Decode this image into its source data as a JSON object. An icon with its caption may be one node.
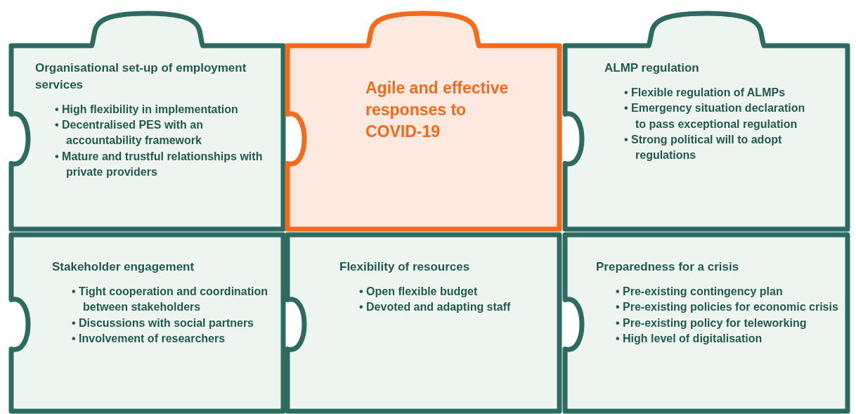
{
  "diagram": {
    "nodes": [
      {
        "text": [
          "Organisational set-up of employment services",
          "• High flexibility in implementation",
          "• Decentralised PES with an accountability framework",
          "• Mature and trustful relationships with private providers"
        ]
      },
      {
        "text": [
          "Agile and effective responses to COVID-19"
        ]
      },
      {
        "text": [
          "ALMP regulation",
          "• Flexible regulation of ALMPs",
          "• Emergency situation declaration to pass exceptional regulation",
          "• Strong political will to adopt regulations"
        ]
      },
      {
        "text": [
          "Stakeholder engagement",
          "• Tight cooperation and coordination between stakeholders",
          "• Discussions with social partners",
          "• Involvement of researchers"
        ]
      },
      {
        "text": [
          "Flexibility of resources",
          "• Open flexible budget",
          "• Devoted and adapting staff"
        ]
      },
      {
        "text": [
          "Preparedness for a crisis",
          "• Pre-existing contingency plan",
          "• Pre-existing policies for economic crisis",
          "• Pre-existing policy for teleworking",
          "• High level of digitalisation"
        ]
      }
    ]
  }
}
